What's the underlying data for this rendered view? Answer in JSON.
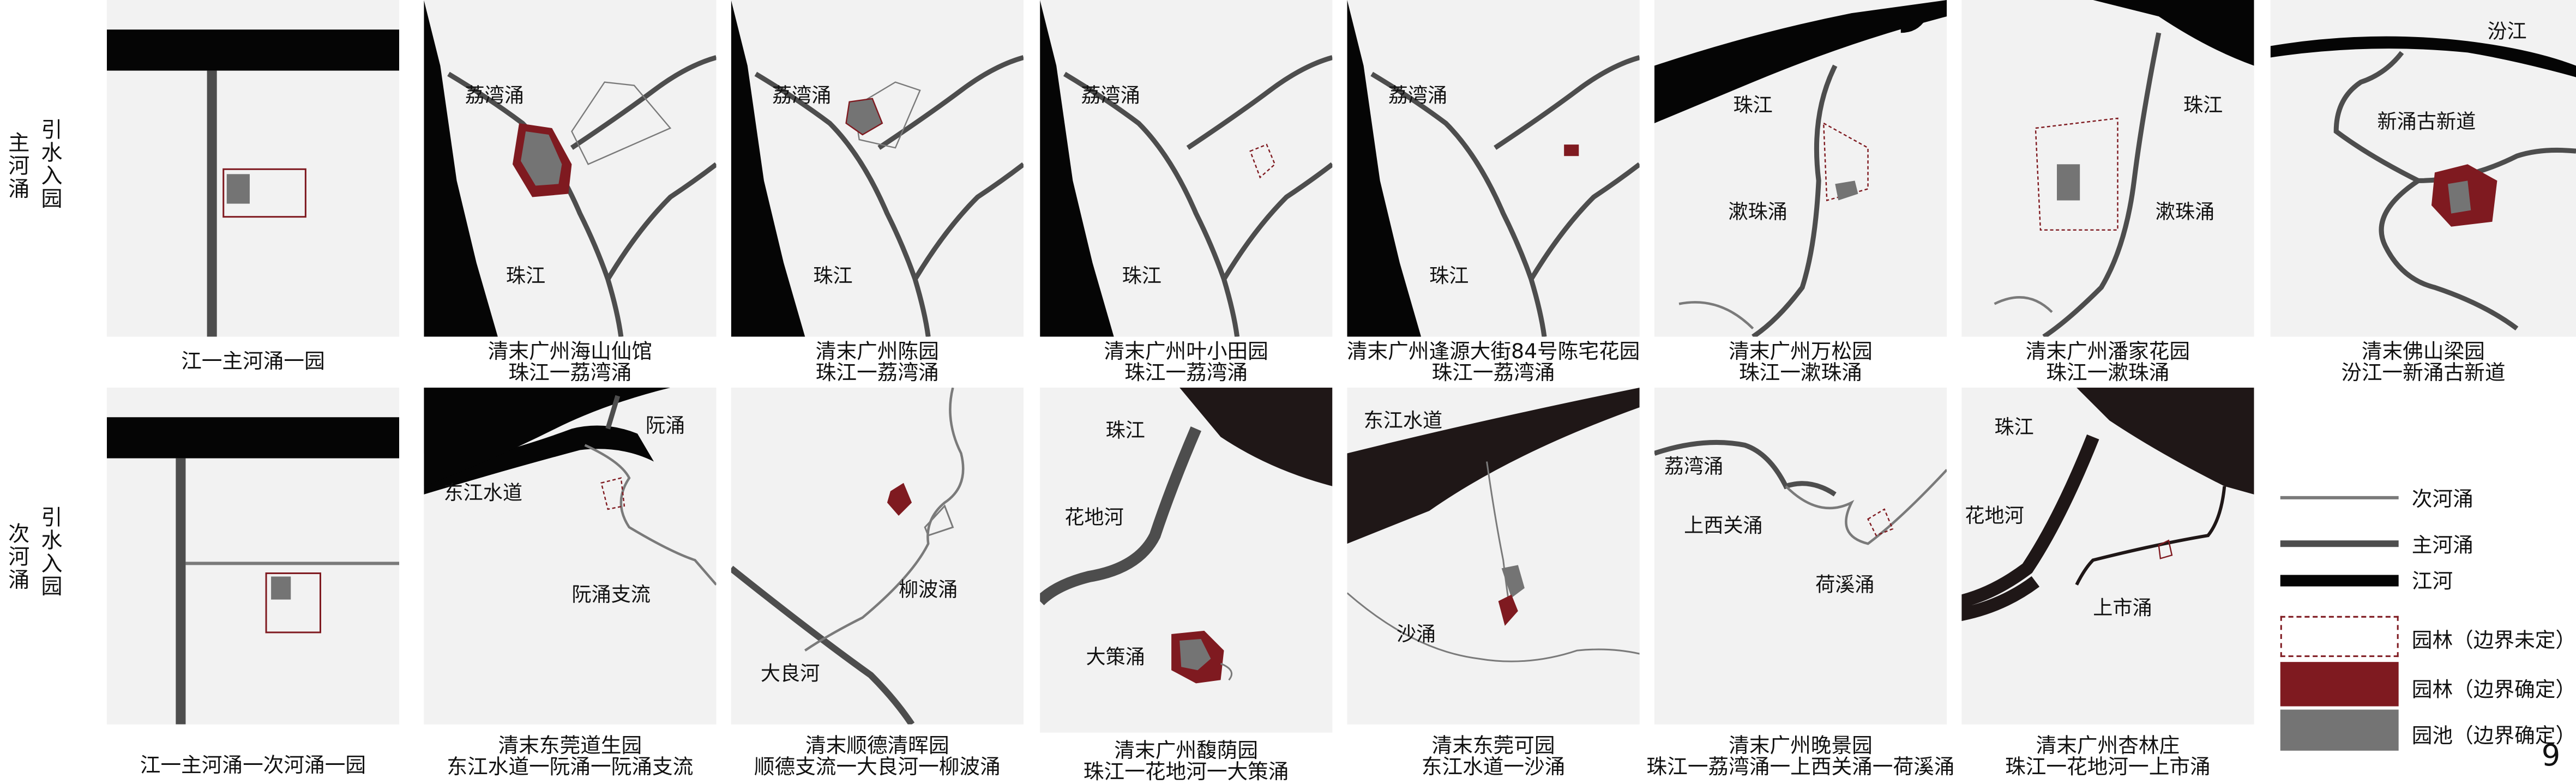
{
  "row_labels": [
    {
      "group": "主河涌",
      "sub": "引水入园"
    },
    {
      "group": "次河涌",
      "sub": "引水入园"
    }
  ],
  "row1": [
    {
      "caption": [
        "江一主河涌一园"
      ],
      "labels": []
    },
    {
      "caption": [
        "清末广州海山仙馆",
        "珠江一荔湾涌"
      ],
      "labels": [
        "荔湾涌",
        "珠江"
      ]
    },
    {
      "caption": [
        "清末广州陈园",
        "珠江一荔湾涌"
      ],
      "labels": [
        "荔湾涌",
        "珠江"
      ]
    },
    {
      "caption": [
        "清末广州叶小田园",
        "珠江一荔湾涌"
      ],
      "labels": [
        "荔湾涌",
        "珠江"
      ]
    },
    {
      "caption": [
        "清末广州逢源大街84号陈宅花园",
        "珠江一荔湾涌"
      ],
      "labels": [
        "荔湾涌",
        "珠江"
      ]
    },
    {
      "caption": [
        "清末广州万松园",
        "珠江一漱珠涌"
      ],
      "labels": [
        "珠江",
        "漱珠涌"
      ]
    },
    {
      "caption": [
        "清末广州潘家花园",
        "珠江一漱珠涌"
      ],
      "labels": [
        "珠江",
        "漱珠涌"
      ]
    },
    {
      "caption": [
        "清末佛山梁园",
        "汾江一新涌古新道"
      ],
      "labels": [
        "汾江",
        "新涌古新道"
      ]
    }
  ],
  "row2": [
    {
      "caption": [
        "江一主河涌一次河涌一园"
      ],
      "labels": []
    },
    {
      "caption": [
        "清末东莞道生园",
        "东江水道一阮涌一阮涌支流"
      ],
      "labels": [
        "阮涌",
        "东江水道",
        "阮涌支流"
      ]
    },
    {
      "caption": [
        "清末顺德清晖园",
        "顺德支流一大良河一柳波涌"
      ],
      "labels": [
        "柳波涌",
        "大良河"
      ]
    },
    {
      "caption": [
        "清末广州馥荫园",
        "珠江一花地河一大策涌"
      ],
      "labels": [
        "珠江",
        "花地河",
        "大策涌"
      ]
    },
    {
      "caption": [
        "清末东莞可园",
        "东江水道一沙涌"
      ],
      "labels": [
        "东江水道",
        "沙涌"
      ]
    },
    {
      "caption": [
        "清末广州晚景园",
        "珠江一荔湾涌一上西关涌一荷溪涌"
      ],
      "labels": [
        "荔湾涌",
        "上西关涌",
        "荷溪涌"
      ]
    },
    {
      "caption": [
        "清末广州杏林庄",
        "珠江一花地河一上市涌"
      ],
      "labels": [
        "珠江",
        "花地河",
        "上市涌"
      ]
    }
  ],
  "legend": [
    {
      "label": "次河涌",
      "icon": "secondary-creek-line"
    },
    {
      "label": "主河涌",
      "icon": "main-creek-line"
    },
    {
      "label": "江河",
      "icon": "river-line"
    },
    {
      "label": "园林（边界未定）",
      "icon": "garden-dashed-box"
    },
    {
      "label": "园林（边界确定）",
      "icon": "garden-solid-box"
    },
    {
      "label": "园池（边界确定）",
      "icon": "pond-solid-box"
    }
  ],
  "colors": {
    "river": "#050505",
    "main_creek": "#4d4d4d",
    "secondary_creek": "#7a7a7a",
    "garden": "#7f1a20",
    "pond": "#747474",
    "panel_bg": "#f2f2f2"
  },
  "page_number": "9"
}
